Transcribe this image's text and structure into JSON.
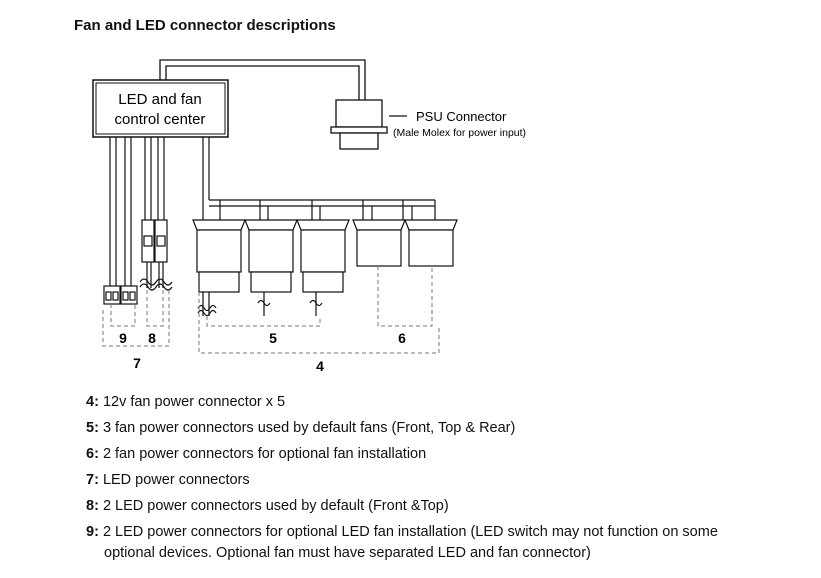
{
  "title": "Fan and LED connector descriptions",
  "diagram": {
    "control_center_line1": "LED and fan",
    "control_center_line2": "control center",
    "psu_label": "PSU Connector",
    "psu_sublabel": "(Male Molex for power input)",
    "group_labels": {
      "g9": "9",
      "g8": "8",
      "g7": "7",
      "g5": "5",
      "g6": "6",
      "g4": "4"
    }
  },
  "legend": [
    {
      "num": "4:",
      "text": "12v fan power connector x 5"
    },
    {
      "num": "5:",
      "text": "3 fan power connectors used by default fans (Front, Top & Rear)"
    },
    {
      "num": "6:",
      "text": "2 fan power connectors for optional fan installation"
    },
    {
      "num": "7:",
      "text": "LED power connectors"
    },
    {
      "num": "8:",
      "text": "2 LED power connectors used by default (Front &Top)"
    },
    {
      "num": "9:",
      "text": "2 LED power connectors for optional LED fan installation (LED switch may not function on some",
      "cont": "optional devices. Optional fan must have separated LED and fan connector)"
    }
  ]
}
